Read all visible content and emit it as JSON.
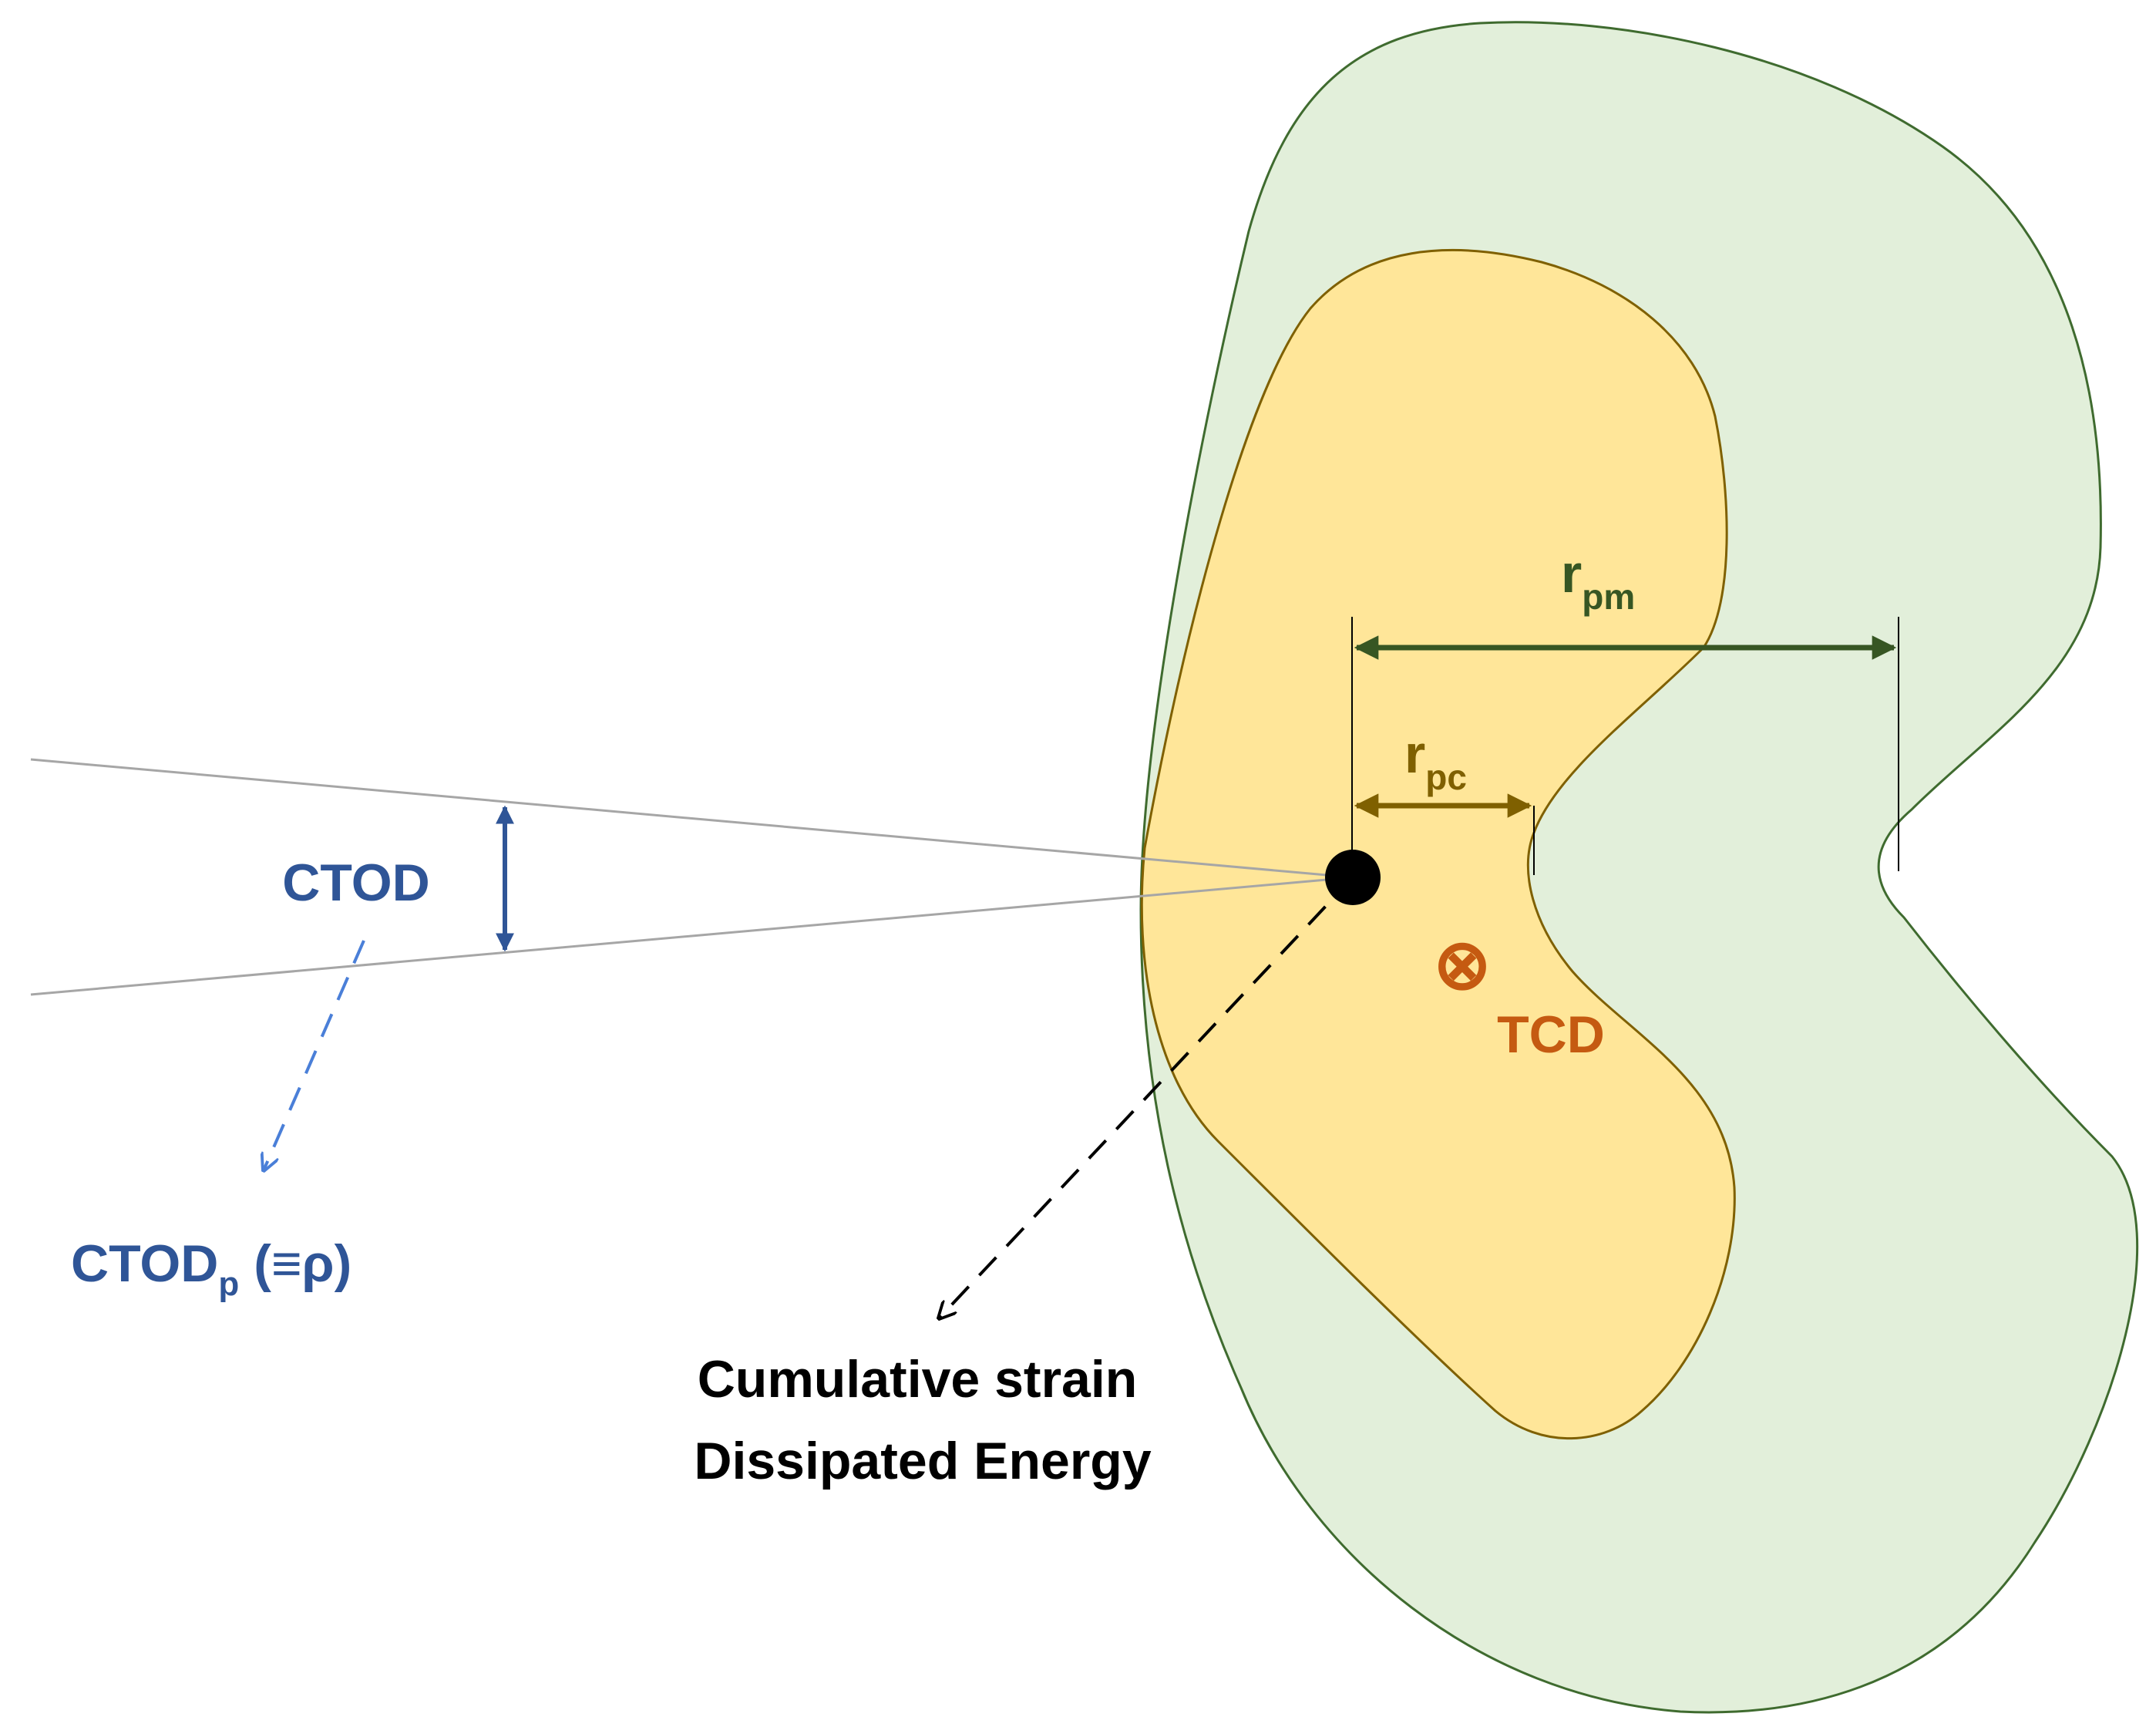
{
  "labels": {
    "ctod": "CTOD",
    "ctodp_main": "CTOD",
    "ctodp_sub": "p",
    "ctodp_suffix": " (≡ρ)",
    "rpm_main": "r",
    "rpm_sub": "pm",
    "rpc_main": "r",
    "rpc_sub": "pc",
    "tcd_symbol": "⊗",
    "tcd": "TCD",
    "cumulative_line1": "Cumulative strain",
    "cumulative_line2": "Dissipated Energy"
  },
  "colors": {
    "plastic_monotonic_fill": "#e2efda",
    "plastic_monotonic_stroke": "#3f6b2f",
    "plastic_cyclic_fill": "#ffe699",
    "plastic_cyclic_stroke": "#7f6000",
    "crack_lines": "#a6a6a6",
    "ctod_blue": "#2f5597",
    "ctodp_dashed_blue": "#4a7fd8",
    "rpm_green": "#375623",
    "rpc_olive": "#7f6000",
    "tcd_orange": "#c55a11",
    "black": "#000000"
  }
}
